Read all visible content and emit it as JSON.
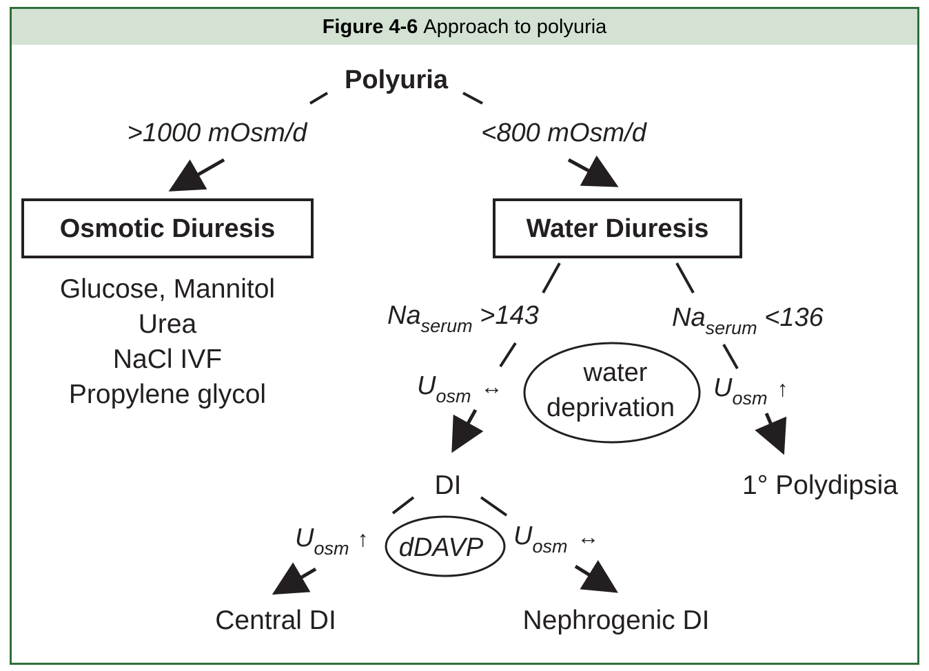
{
  "title": {
    "figure_number": "Figure 4-6",
    "caption": "Approach to polyuria"
  },
  "nodes": {
    "root": "Polyuria",
    "osmotic": "Osmotic Diuresis",
    "water": "Water Diuresis",
    "di": "DI",
    "primary_polydipsia": "1° Polydipsia",
    "central_di": "Central DI",
    "nephrogenic_di": "Nephrogenic DI"
  },
  "osmotic_causes": [
    "Glucose, Mannitol",
    "Urea",
    "NaCl IVF",
    "Propylene glycol"
  ],
  "edges": {
    "high_osm": ">1000 mOsm/d",
    "low_osm": "<800 mOsm/d",
    "na_high": {
      "base": "Na",
      "sub": "serum",
      "value": " >143"
    },
    "na_low": {
      "base": "Na",
      "sub": "serum",
      "value": " <136"
    },
    "uosm_unchanged_left": {
      "base": "U",
      "sub": "osm",
      "symbol": "↔"
    },
    "uosm_up_right": {
      "base": "U",
      "sub": "osm",
      "symbol": "↑"
    },
    "uosm_up_central": {
      "base": "U",
      "sub": "osm",
      "symbol": "↑"
    },
    "uosm_unchanged_nephro": {
      "base": "U",
      "sub": "osm",
      "symbol": "↔"
    }
  },
  "tests": {
    "water_deprivation_line1": "water",
    "water_deprivation_line2": "deprivation",
    "ddavp": "dDAVP"
  }
}
